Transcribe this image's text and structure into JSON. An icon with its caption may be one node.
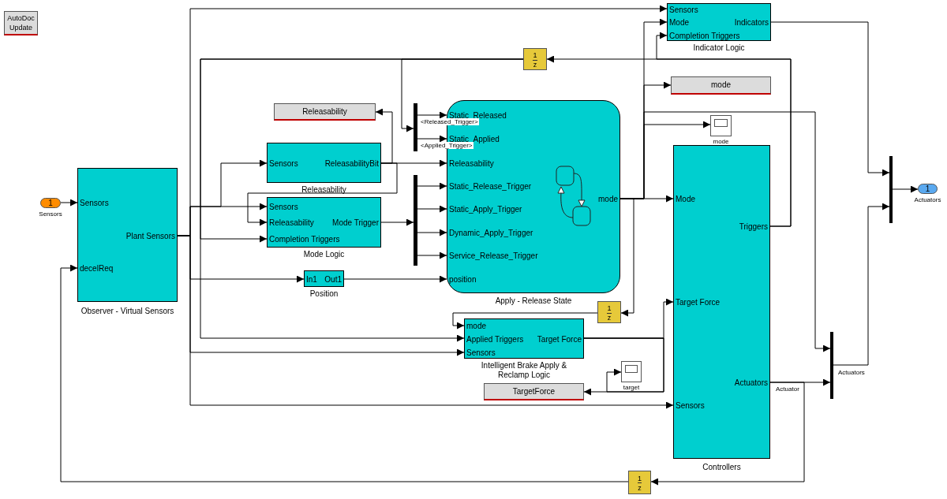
{
  "diagram": {
    "nodes": [
      {
        "text": [
          "AutoDoc Update"
        ]
      },
      {
        "text": [
          "1"
        ],
        "beside": [
          "Sensors"
        ]
      },
      {
        "text": [
          "Sensors",
          "Plant Sensors",
          "decelReq"
        ],
        "beside": [
          "Observer - Virtual Sensors"
        ]
      },
      {
        "text": [
          "Releasability"
        ]
      },
      {
        "text": [
          "Sensors",
          "ReleasabilityBit"
        ],
        "beside": [
          "Releasability"
        ]
      },
      {
        "text": [
          "Sensors",
          "Releasability",
          "Completion Triggers",
          "Mode Trigger"
        ],
        "beside": [
          "Mode Logic"
        ]
      },
      {
        "text": [
          "In1",
          "Out1"
        ],
        "beside": [
          "Position"
        ]
      },
      {
        "text": [],
        "shape": "bar"
      },
      {
        "text": [],
        "shape": "bar"
      },
      {
        "text": [
          "Static_Released",
          "Static_Applied",
          "Releasability",
          "Static_Release_Trigger",
          "Static_Apply_Trigger",
          "Dynamic_Apply_Trigger",
          "Service_Release_Trigger",
          "position",
          "mode"
        ],
        "beside": [
          "Apply - Release State"
        ]
      },
      {
        "text": [
          "1",
          "z"
        ]
      },
      {
        "text": [
          "Sensors",
          "Mode",
          "Completion Triggers",
          "Indicators"
        ],
        "beside": [
          "Indicator Logic"
        ]
      },
      {
        "text": [
          "mode"
        ]
      },
      {
        "text": [],
        "shape": "box",
        "beside": [
          "mode"
        ]
      },
      {
        "text": [
          "Mode",
          "Target Force",
          "Sensors",
          "Triggers",
          "Actuators"
        ],
        "beside": [
          "Controllers"
        ]
      },
      {
        "text": [
          "1",
          "z"
        ]
      },
      {
        "text": [
          "mode",
          "Applied Triggers",
          "Sensors",
          "Target Force"
        ],
        "beside": [
          "Intelligent Brake Apply & Reclamp Logic"
        ]
      },
      {
        "text": [],
        "shape": "box",
        "beside": [
          "target"
        ]
      },
      {
        "text": [
          "TargetForce"
        ]
      },
      {
        "text": [],
        "shape": "bar"
      },
      {
        "text": [
          "1"
        ],
        "beside": [
          "Actuators"
        ]
      },
      {
        "text": [],
        "shape": "bar",
        "beside": [
          "Actuators"
        ]
      },
      {
        "text": [
          "1",
          "z"
        ]
      }
    ],
    "edges": [
      {
        "from": 1,
        "to": 2,
        "arrow": "to"
      },
      {
        "from": 2,
        "to": 11,
        "arrow": "to"
      },
      {
        "from": 2,
        "to": 4,
        "arrow": "to"
      },
      {
        "from": 2,
        "to": 5,
        "arrow": "to"
      },
      {
        "from": 2,
        "to": 6,
        "arrow": "to"
      },
      {
        "from": 2,
        "to": 16,
        "arrow": "to"
      },
      {
        "from": 2,
        "to": 14,
        "arrow": "to"
      },
      {
        "from": 4,
        "to": 3,
        "arrow": "to"
      },
      {
        "from": 4,
        "to": 9,
        "arrow": "to"
      },
      {
        "from": 4,
        "to": 5,
        "arrow": "to"
      },
      {
        "from": 5,
        "to": 8,
        "arrow": "to"
      },
      {
        "from": 8,
        "to": 9,
        "arrow": "to"
      },
      {
        "from": 8,
        "to": 9,
        "arrow": "to"
      },
      {
        "from": 8,
        "to": 9,
        "arrow": "to"
      },
      {
        "from": 8,
        "to": 9,
        "arrow": "to"
      },
      {
        "from": 6,
        "to": 9,
        "arrow": "to"
      },
      {
        "from": 10,
        "to": 16,
        "arrow": "to"
      },
      {
        "from": 10,
        "to": 7,
        "arrow": "to"
      },
      {
        "from": 10,
        "to": 5,
        "arrow": "to"
      },
      {
        "from": 7,
        "to": 9,
        "arrow": "to",
        "label": "<Released_Trigger>"
      },
      {
        "from": 7,
        "to": 9,
        "arrow": "to",
        "label": "<Applied_Trigger>"
      },
      {
        "from": 9,
        "to": 14,
        "arrow": "to"
      },
      {
        "from": 9,
        "to": 15,
        "arrow": "to"
      },
      {
        "from": 9,
        "to": 11,
        "arrow": "to"
      },
      {
        "from": 9,
        "to": 12,
        "arrow": "to"
      },
      {
        "from": 9,
        "to": 13,
        "arrow": "to"
      },
      {
        "from": 9,
        "to": 21,
        "arrow": "to"
      },
      {
        "from": 15,
        "to": 16,
        "arrow": "to"
      },
      {
        "from": 14,
        "to": 10,
        "arrow": "to"
      },
      {
        "from": 14,
        "to": 11,
        "arrow": "to"
      },
      {
        "from": 11,
        "to": 19,
        "arrow": "to"
      },
      {
        "from": 16,
        "to": 14,
        "arrow": "to"
      },
      {
        "from": 16,
        "to": 18,
        "arrow": "to"
      },
      {
        "from": 16,
        "to": 17,
        "arrow": "to"
      },
      {
        "from": 14,
        "to": 21,
        "arrow": "to",
        "label": "Actuator"
      },
      {
        "from": 14,
        "to": 22,
        "arrow": "to"
      },
      {
        "from": 22,
        "to": 2,
        "arrow": "to"
      },
      {
        "from": 21,
        "to": 19,
        "arrow": "to"
      },
      {
        "from": 19,
        "to": 20,
        "arrow": "to"
      }
    ]
  }
}
